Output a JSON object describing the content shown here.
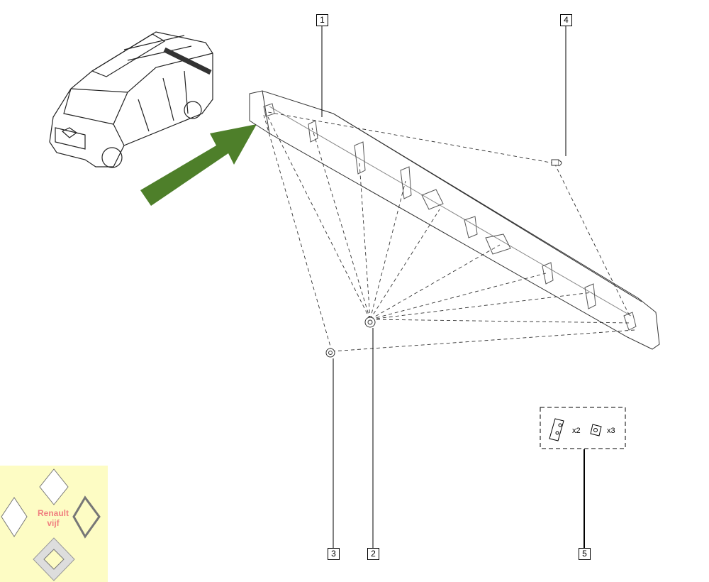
{
  "callouts": [
    {
      "label": "1"
    },
    {
      "label": "2"
    },
    {
      "label": "3"
    },
    {
      "label": "4"
    },
    {
      "label": "5"
    }
  ],
  "kit": {
    "plate_qty": "x2",
    "nut_qty": "x3"
  },
  "logo": {
    "line1": "Renault",
    "line2": "vijf"
  },
  "colors": {
    "arrow": "#4e7f2a",
    "logo_bg": "#fdfcc4"
  }
}
